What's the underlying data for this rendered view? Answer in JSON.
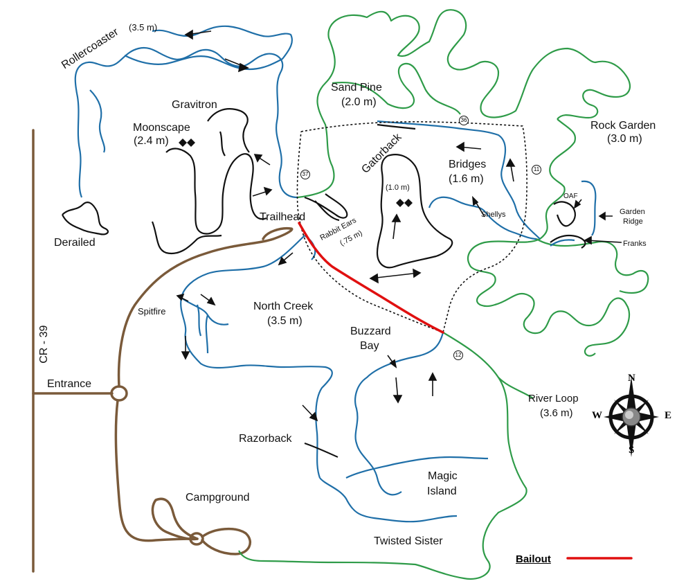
{
  "colors": {
    "road": "#7a5a3a",
    "blue_trail": "#1f6fa8",
    "green_trail": "#2e9b48",
    "black_trail": "#111111",
    "bailout": "#e01010",
    "dotted": "#111111"
  },
  "labels": {
    "rollercoaster": "Rollercoaster",
    "rollercoaster_dist": "(3.5 m)",
    "gravitron": "Gravitron",
    "moonscape": "Moonscape",
    "moonscape_dist": "(2.4 m)",
    "derailed": "Derailed",
    "trailhead": "Trailhead",
    "rabbit_ears": "Rabbit Ears",
    "rabbit_ears_dist": "(.75 m)",
    "sand_pine": "Sand Pine",
    "sand_pine_dist": "(2.0 m)",
    "gatorback": "Gatorback",
    "gatorback_dist": "(1.0 m)",
    "bridges": "Bridges",
    "bridges_dist": "(1.6 m)",
    "shellys": "Shellys",
    "rock_garden": "Rock Garden",
    "rock_garden_dist": "(3.0 m)",
    "oaf": "OAF",
    "garden_ridge_1": "Garden",
    "garden_ridge_2": "Ridge",
    "franks": "Franks",
    "north_creek": "North Creek",
    "north_creek_dist": "(3.5 m)",
    "spitfire": "Spitfire",
    "cr39": "CR - 39",
    "entrance": "Entrance",
    "buzzard_1": "Buzzard",
    "buzzard_2": "Bay",
    "river_loop": "River Loop",
    "river_loop_dist": "(3.6 m)",
    "razorback": "Razorback",
    "magic_1": "Magic",
    "magic_2": "Island",
    "campground": "Campground",
    "twisted_sister": "Twisted Sister",
    "bailout": "Bailout",
    "marker_37": "37",
    "marker_36": "36",
    "marker_11": "11",
    "marker_12": "12"
  },
  "compass": {
    "n": "N",
    "s": "S",
    "e": "E",
    "w": "W"
  }
}
